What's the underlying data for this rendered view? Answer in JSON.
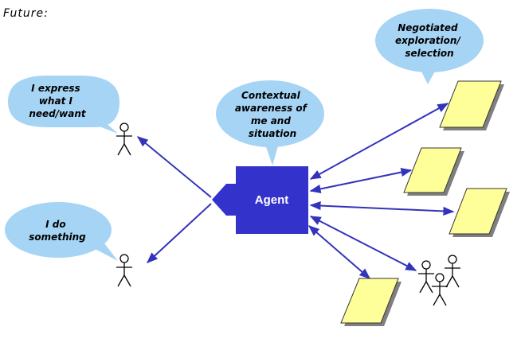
{
  "title": "Future:",
  "agent": {
    "label": "Agent"
  },
  "bubbles": {
    "express": [
      "I express",
      "what I",
      "need/want"
    ],
    "do": [
      "I do",
      "something"
    ],
    "context": [
      "Contextual",
      "awareness of",
      "me and",
      "situation"
    ],
    "negotiated": [
      "Negotiated",
      "exploration/",
      "selection"
    ]
  },
  "colors": {
    "agent_fill": "#3333cc",
    "arrow": "#3333bb",
    "bubble_fill": "#a6d4f5",
    "doc_fill": "#ffff99",
    "doc_shadow": "#7f7f7f"
  }
}
